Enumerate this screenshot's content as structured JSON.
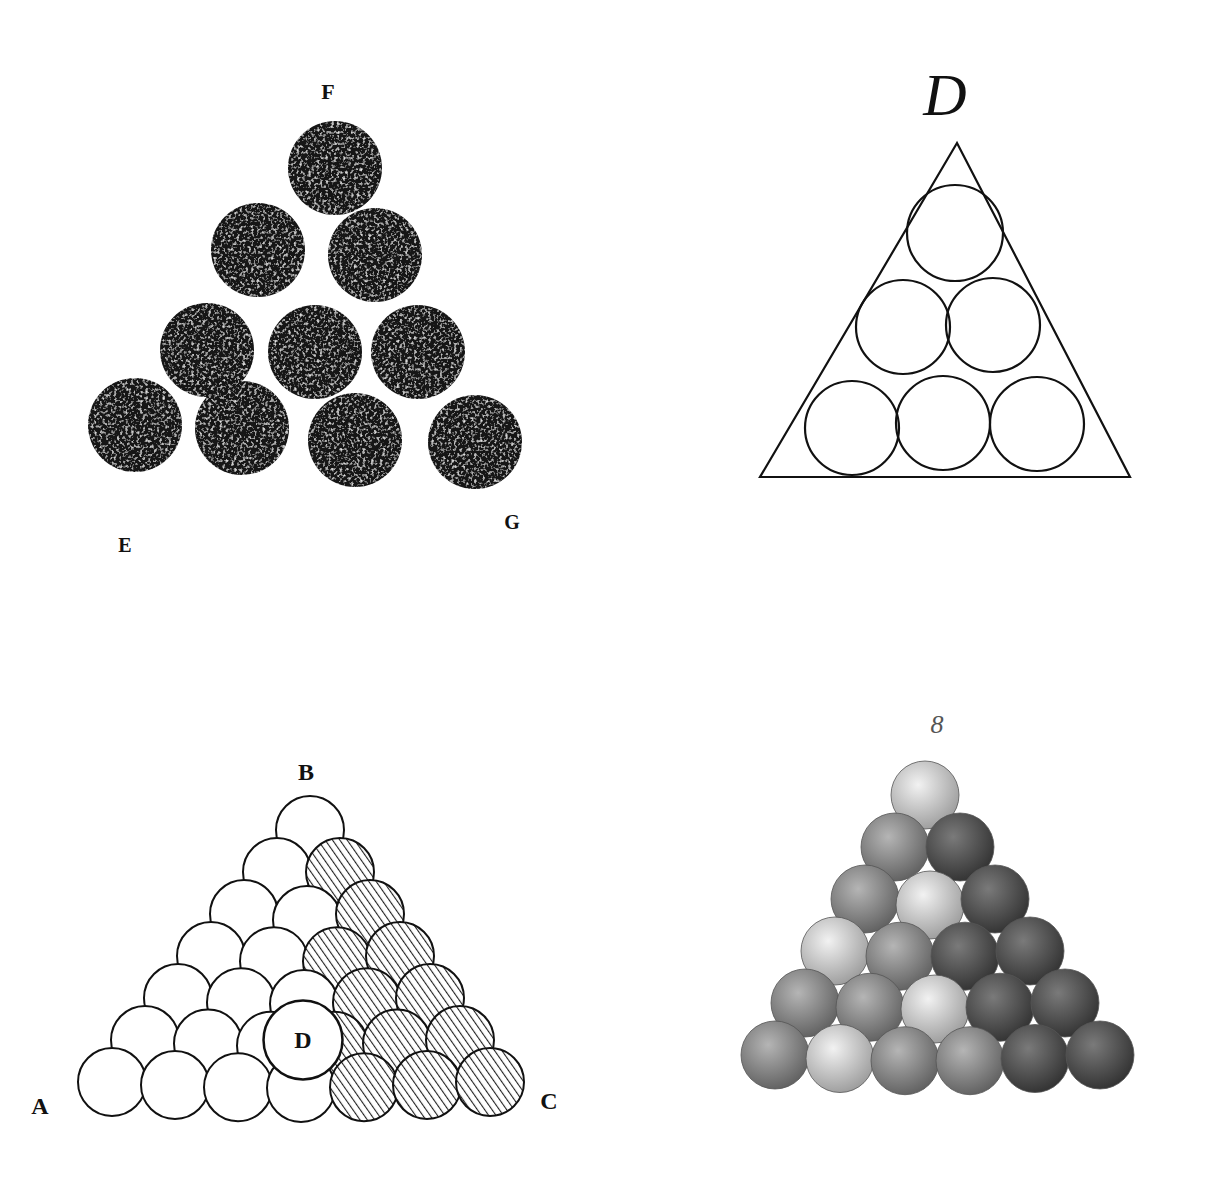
{
  "diagram": {
    "nodes": [
      {
        "text": [
          "D"
        ]
      }
    ],
    "labels": [
      "F",
      "E",
      "G",
      "D",
      "B",
      "A",
      "C",
      "8"
    ]
  }
}
